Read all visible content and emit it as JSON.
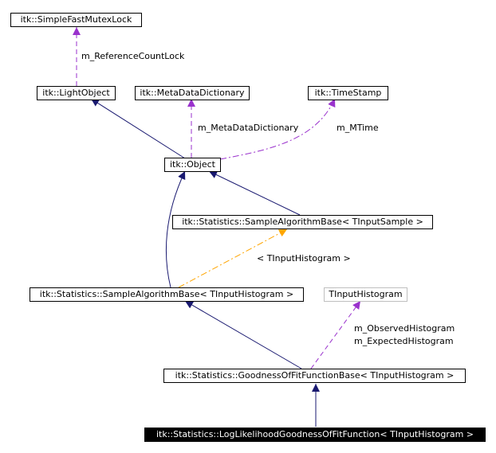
{
  "colors": {
    "inheritance_edge": "#191970",
    "member_edge": "#9a32cd",
    "template_edge": "#ffa500",
    "node_border": "#000000",
    "undocumented_border": "#bfbfbf",
    "focus_fill": "#000000"
  },
  "nodes": {
    "simple_fast_mutex_lock": "itk::SimpleFastMutexLock",
    "light_object": "itk::LightObject",
    "meta_data_dictionary": "itk::MetaDataDictionary",
    "time_stamp": "itk::TimeStamp",
    "object": "itk::Object",
    "sample_algorithm_base_sample": "itk::Statistics::SampleAlgorithmBase< TInputSample >",
    "sample_algorithm_base_histogram": "itk::Statistics::SampleAlgorithmBase< TInputHistogram >",
    "tinput_histogram": "TInputHistogram",
    "goodness_of_fit_function_base": "itk::Statistics::GoodnessOfFitFunctionBase< TInputHistogram >",
    "log_likelihood_goodness_of_fit_function": "itk::Statistics::LogLikelihoodGoodnessOfFitFunction< TInputHistogram >"
  },
  "edge_labels": {
    "reference_count_lock": "m_ReferenceCountLock",
    "meta_data_dictionary": "m_MetaDataDictionary",
    "mtime": "m_MTime",
    "template_arg": "< TInputHistogram >",
    "observed_histogram": "m_ObservedHistogram",
    "expected_histogram": "m_ExpectedHistogram"
  }
}
